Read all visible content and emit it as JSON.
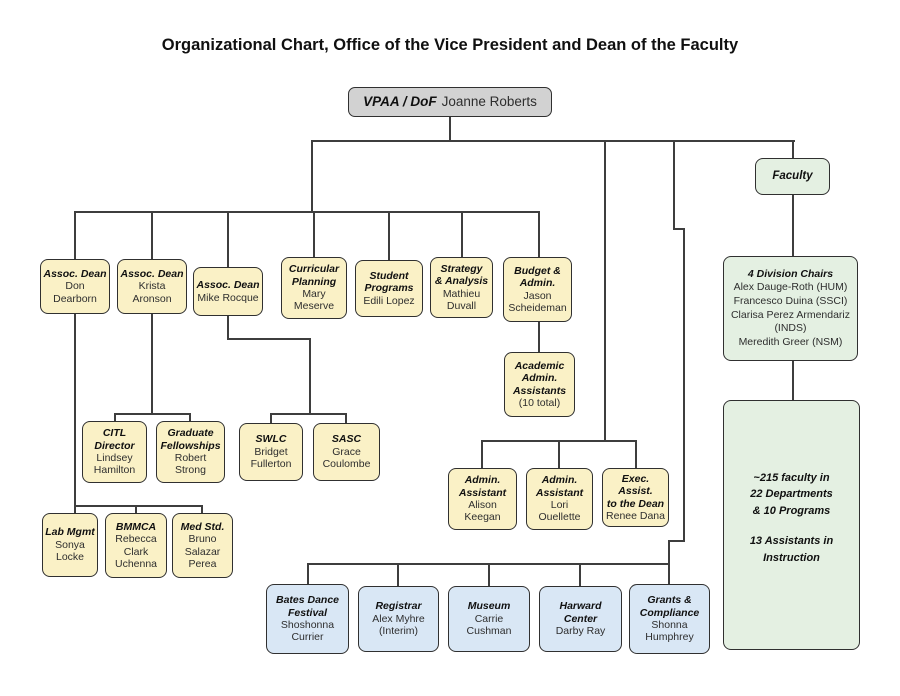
{
  "page_title": "Organizational Chart, Office of the Vice President and Dean of the Faculty",
  "root": {
    "role": "VPAA / DoF",
    "name": "Joanne Roberts"
  },
  "faculty_box": {
    "label": "Faculty"
  },
  "division_chairs": {
    "title": [
      "4 Division Chairs"
    ],
    "name": [
      "Alex Dauge-Roth (HUM)",
      "Francesco Duina (SSCI)",
      "Clarisa Perez Armendariz",
      "(INDS)",
      "Meredith Greer (NSM)"
    ]
  },
  "faculty_summary": {
    "para1": [
      "~215 faculty in",
      "22 Departments",
      "& 10 Programs"
    ],
    "para2": [
      "13 Assistants in",
      "Instruction"
    ]
  },
  "boxes": {
    "don": {
      "title": [
        "Assoc. Dean"
      ],
      "name": [
        "Don",
        "Dearborn"
      ]
    },
    "krista": {
      "title": [
        "Assoc. Dean"
      ],
      "name": [
        "Krista",
        "Aronson"
      ]
    },
    "mike": {
      "title": [
        "Assoc. Dean"
      ],
      "name": [
        "Mike Rocque"
      ]
    },
    "curricular": {
      "title": [
        "Curricular",
        "Planning"
      ],
      "name": [
        "Mary",
        "Meserve"
      ]
    },
    "student": {
      "title": [
        "Student",
        "Programs"
      ],
      "name": [
        "Edili Lopez"
      ]
    },
    "strategy": {
      "title": [
        "Strategy",
        "& Analysis"
      ],
      "name": [
        "Mathieu",
        "Duvall"
      ]
    },
    "budget": {
      "title": [
        "Budget &",
        "Admin."
      ],
      "name": [
        "Jason",
        "Scheideman"
      ]
    },
    "acad_assist": {
      "title": [
        "Academic",
        "Admin.",
        "Assistants"
      ],
      "name": [
        "(10 total)"
      ]
    },
    "citl": {
      "title": [
        "CITL",
        "Director"
      ],
      "name": [
        "Lindsey",
        "Hamilton"
      ]
    },
    "grad_fellowships": {
      "title": [
        "Graduate",
        "Fellowships"
      ],
      "name": [
        "Robert",
        "Strong"
      ]
    },
    "swlc": {
      "title": [
        "SWLC"
      ],
      "name": [
        "Bridget",
        "Fullerton"
      ]
    },
    "sasc": {
      "title": [
        "SASC"
      ],
      "name": [
        "Grace",
        "Coulombe"
      ]
    },
    "lab_mgmt": {
      "title": [
        "Lab Mgmt"
      ],
      "name": [
        "Sonya",
        "Locke"
      ]
    },
    "bmmca": {
      "title": [
        "BMMCA"
      ],
      "name": [
        "Rebecca",
        "Clark",
        "Uchenna"
      ]
    },
    "med_std": {
      "title": [
        "Med Std."
      ],
      "name": [
        "Bruno",
        "Salazar",
        "Perea"
      ]
    },
    "admin_1": {
      "title": [
        "Admin.",
        "Assistant"
      ],
      "name": [
        "Alison",
        "Keegan"
      ]
    },
    "admin_2": {
      "title": [
        "Admin.",
        "Assistant"
      ],
      "name": [
        "Lori",
        "Ouellette"
      ]
    },
    "exec_assist": {
      "title": [
        "Exec. Assist.",
        "to the Dean"
      ],
      "name": [
        "Renee Dana"
      ]
    },
    "bates_dance": {
      "title": [
        "Bates Dance",
        "Festival"
      ],
      "name": [
        "Shoshonna",
        "Currier"
      ]
    },
    "registrar": {
      "title": [
        "Registrar"
      ],
      "name": [
        "Alex Myhre",
        "(Interim)"
      ]
    },
    "museum": {
      "title": [
        "Museum"
      ],
      "name": [
        "Carrie",
        "Cushman"
      ]
    },
    "harward": {
      "title": [
        "Harward",
        "Center"
      ],
      "name": [
        "Darby Ray"
      ]
    },
    "grants": {
      "title": [
        "Grants &",
        "Compliance"
      ],
      "name": [
        "Shonna",
        "Humphrey"
      ]
    }
  },
  "colors": {
    "node_yellow": "#FAF1C6",
    "node_blue": "#D9E7F5",
    "node_green": "#E4F0E2",
    "node_gray": "#D2D2D2",
    "border": "#303030",
    "line": "#3E3E3E"
  }
}
